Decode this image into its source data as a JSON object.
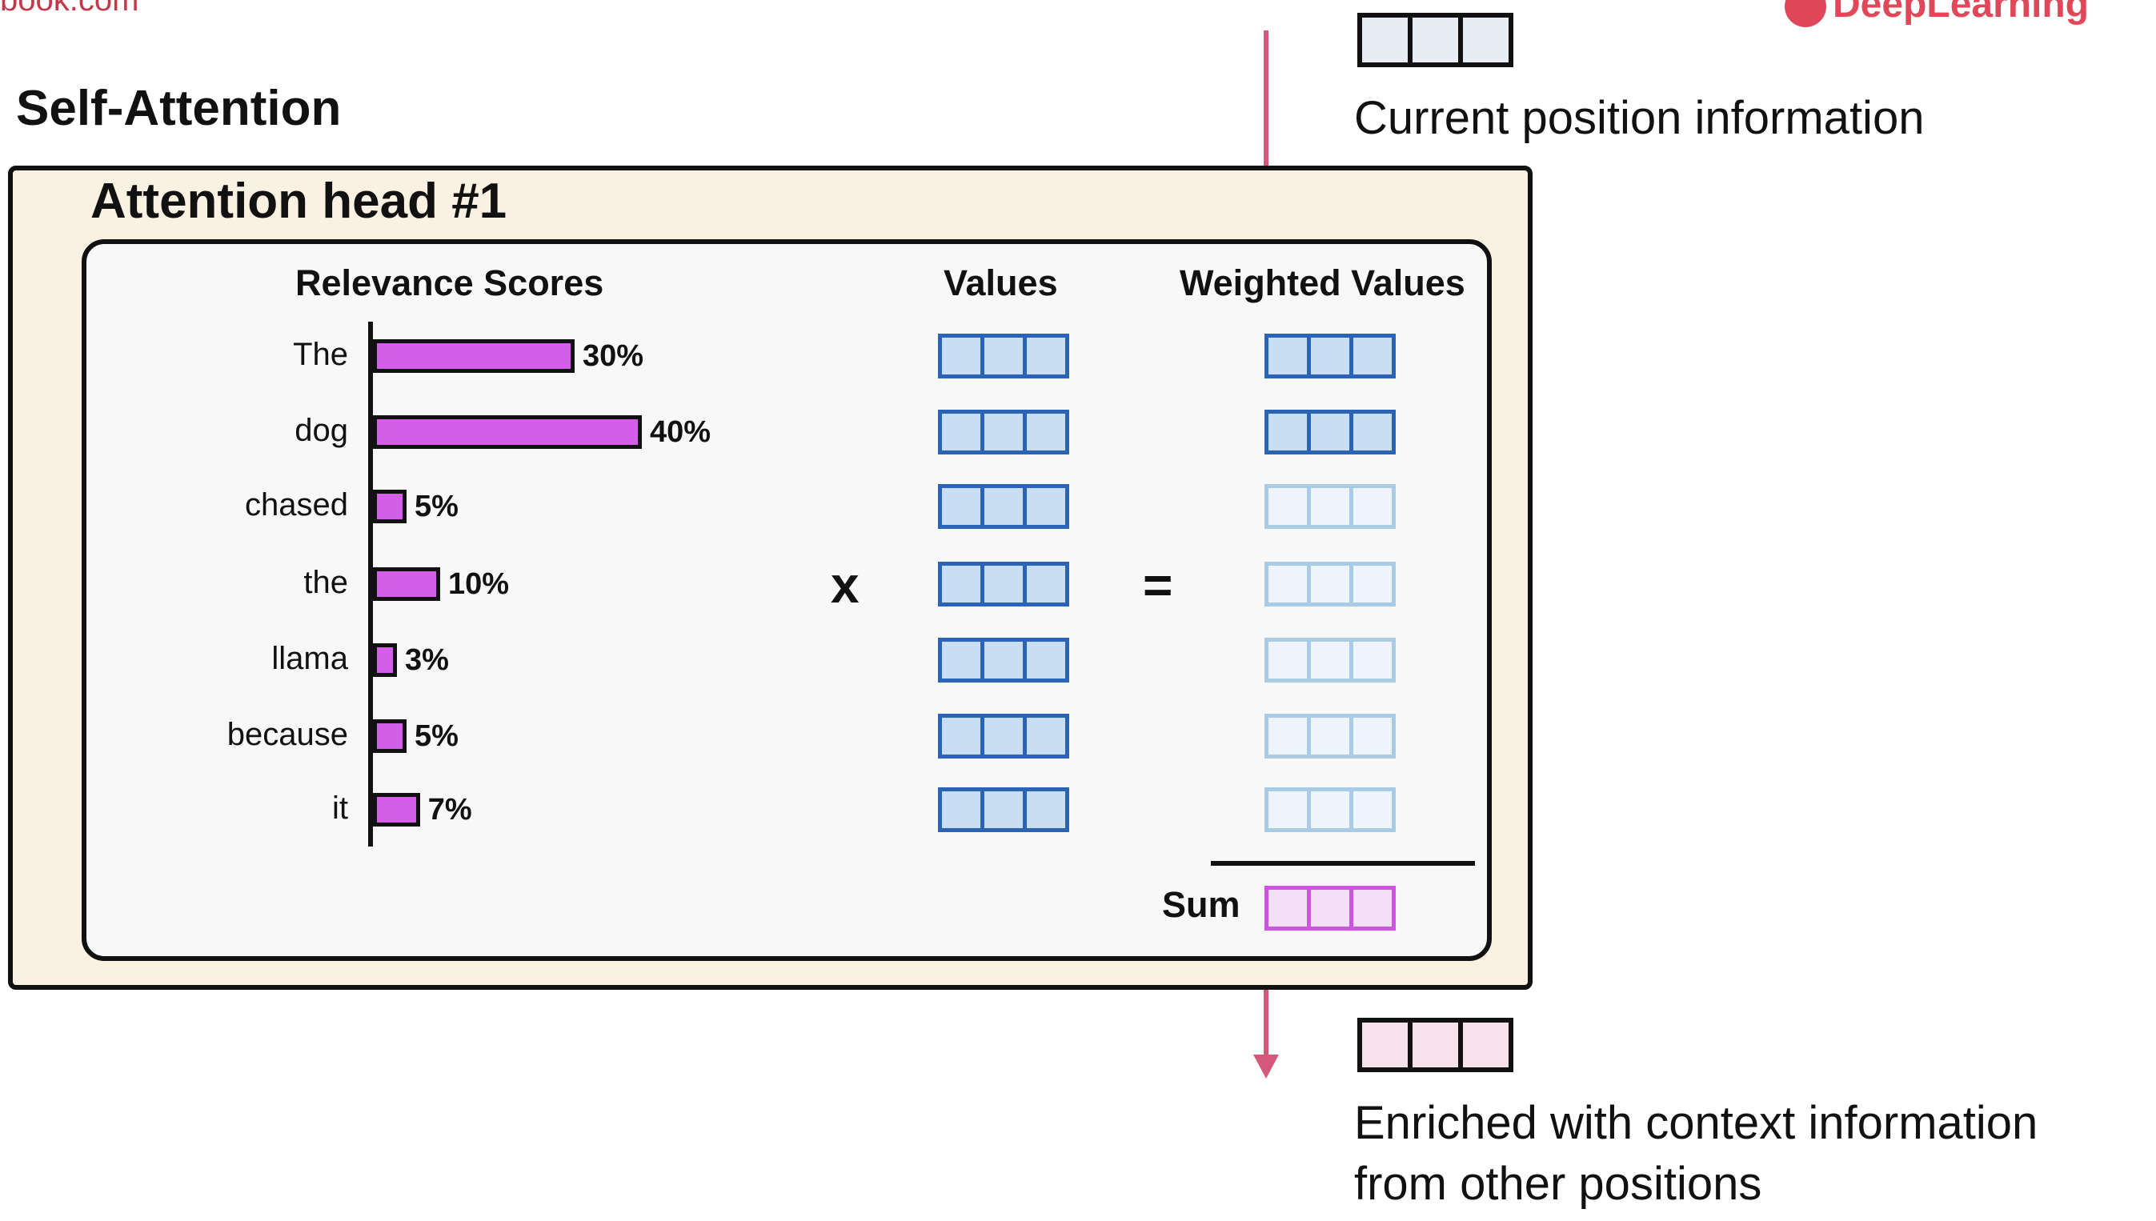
{
  "header": {
    "left_text": "book.com",
    "right_text": "DeepLearning"
  },
  "diagram": {
    "section_title": "Self-Attention",
    "head_title": "Attention head #1",
    "columns": {
      "scores": "Relevance Scores",
      "values": "Values",
      "weighted": "Weighted Values"
    },
    "operators": {
      "multiply": "x",
      "equals": "="
    },
    "rows": [
      {
        "word": "The",
        "score": 30,
        "score_label": "30%",
        "emphasis": "strong"
      },
      {
        "word": "dog",
        "score": 40,
        "score_label": "40%",
        "emphasis": "strong"
      },
      {
        "word": "chased",
        "score": 5,
        "score_label": "5%",
        "emphasis": "faint"
      },
      {
        "word": "the",
        "score": 10,
        "score_label": "10%",
        "emphasis": "faint"
      },
      {
        "word": "llama",
        "score": 3,
        "score_label": "3%",
        "emphasis": "faint"
      },
      {
        "word": "because",
        "score": 5,
        "score_label": "5%",
        "emphasis": "faint"
      },
      {
        "word": "it",
        "score": 7,
        "score_label": "7%",
        "emphasis": "faint"
      }
    ],
    "sum_label": "Sum",
    "input_caption": "Current position information",
    "output_caption_line1": "Enriched with context information",
    "output_caption_line2": "from other positions",
    "colors": {
      "bar": "#d45ee8",
      "value_border": "#2b63b7",
      "value_fill": "#c9ddf3",
      "faint_border": "#a9cbe6",
      "sum_border": "#cf52e2",
      "arrow": "#d4587a",
      "outer_fill": "#fbf1e2"
    }
  }
}
